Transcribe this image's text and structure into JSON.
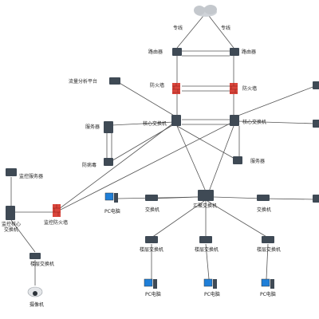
{
  "labels": {
    "isp_line_left": "专线",
    "isp_line_right": "专线",
    "router_left": "路由器",
    "router_right": "路由器",
    "traffic_platform": "流量分析平台",
    "firewall_left": "防火墙",
    "firewall_right": "防火墙",
    "core_switch_left": "核心交换机",
    "core_switch_right": "核心交换机",
    "server_left": "服务器",
    "server_right": "服务器",
    "antivirus_wall": "防病毒",
    "monitor_server": "监控服务器",
    "monitor_core_switch": "监控核心交换机",
    "monitor_firewall": "监控防火墙",
    "pc_top": "PC电脑",
    "access_switch_left": "交换机",
    "aggregation_switch": "汇聚交换机",
    "access_switch_right": "交换机",
    "floor_switch_bottom_left": "楼层交换机",
    "floor_switch_1": "楼层交换机",
    "floor_switch_2": "楼层交换机",
    "floor_switch_3": "楼层交换机",
    "camera": "摄像机",
    "pc_1": "PC电脑",
    "pc_2": "PC电脑",
    "pc_3": "PC电脑"
  },
  "icons": {
    "cloud": "cloud-icon",
    "router": "router-icon",
    "firewall": "firewall-icon",
    "switch": "switch-icon",
    "server": "server-icon",
    "pc": "pc-icon",
    "camera": "camera-icon"
  },
  "colors": {
    "firewall": "#d9453b",
    "device": "#3f4a55",
    "pc_screen": "#1f7fd8",
    "cloud": "#cfd3d8",
    "line": "#555555"
  }
}
